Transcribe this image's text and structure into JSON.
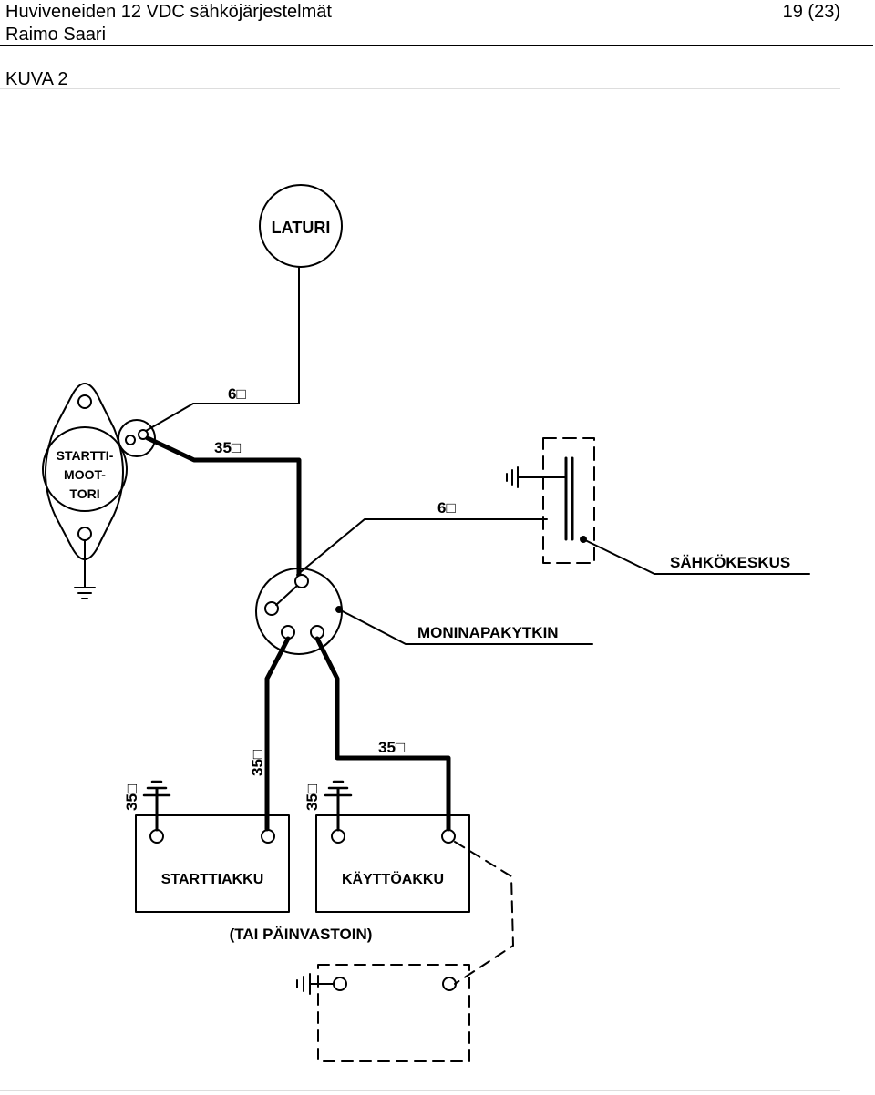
{
  "header": {
    "title": "Huviveneiden 12 VDC sähköjärjestelmät",
    "author": "Raimo Saari",
    "page": "19 (23)"
  },
  "figure": {
    "label": "KUVA 2"
  },
  "diagram": {
    "laturi": "LATURI",
    "motor_line1": "STARTTI-",
    "motor_line2": "MOOT-",
    "motor_line3": "TORI",
    "wire_laturi": "6□",
    "wire_motor": "35□",
    "wire_panel": "6□",
    "sahkokeskus": "SÄHKÖKESKUS",
    "moninapakytkin": "MONINAPAKYTKIN",
    "wire_start_battery": "35□",
    "wire_house_battery": "35□",
    "battery_size_1": "35□",
    "battery_size_2": "35□",
    "starttiakku": "STARTTIAKKU",
    "kayttoakku": "KÄYTTÖAKKU",
    "note": "(TAI PÄINVASTOIN)"
  }
}
